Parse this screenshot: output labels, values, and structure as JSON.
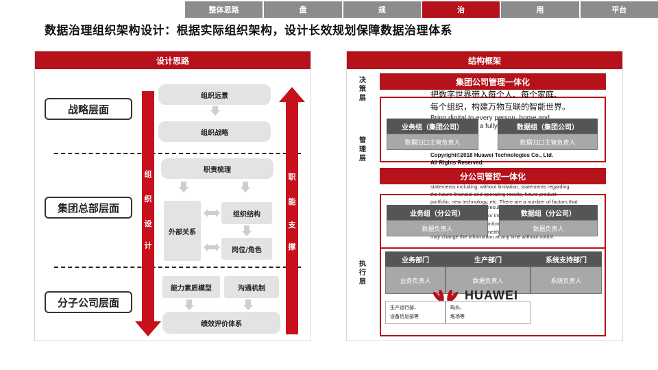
{
  "nav": {
    "tabs": [
      {
        "label": "整体思路",
        "active": false
      },
      {
        "label": "盘",
        "active": false
      },
      {
        "label": "规",
        "active": false
      },
      {
        "label": "治",
        "active": true
      },
      {
        "label": "用",
        "active": false
      },
      {
        "label": "平台",
        "active": false
      }
    ]
  },
  "page_title": "数据治理组织架构设计：根据实际组织架构，设计长效规划保障数据治理体系",
  "left": {
    "header": "设计思路",
    "layers": [
      "战略层面",
      "集团总部层面",
      "分子公司层面"
    ],
    "items": {
      "vision": "组织远景",
      "strategy": "组织战略",
      "duties": "职责梳理",
      "external": "外部关系",
      "structure": "组织结构",
      "post": "岗位/角色",
      "competency": "能力素质模型",
      "communication": "沟通机制",
      "performance": "绩效评价体系"
    },
    "left_arrow_chars": [
      "组",
      "织",
      "设",
      "计"
    ],
    "right_arrow_chars": [
      "职",
      "能",
      "支",
      "撑"
    ]
  },
  "right": {
    "header": "结构框架",
    "side_labels": {
      "decision": [
        "决",
        "策",
        "层"
      ],
      "management": [
        "管",
        "理",
        "层"
      ],
      "execution": [
        "执",
        "行",
        "层"
      ]
    },
    "group": {
      "title": "集团公司管理一体化",
      "business_head": "业务组（集团公司）",
      "business_cell": "数据归口主管负责人",
      "data_head": "数据组（集团公司）",
      "data_cell": "数据归口主管负责人"
    },
    "sub": {
      "title": "分公司管控一体化",
      "business_head": "业务组（分公司）",
      "business_cell": "数据负责人",
      "data_head": "数据组（分公司）",
      "data_cell": "数据负责人"
    },
    "exec": {
      "dept1_head": "业务部门",
      "dept1_cell": "业务负责人",
      "dept2_head": "生产部门",
      "dept2_cell": "数据负责人",
      "dept3_head": "系统支持部门",
      "dept3_cell": "系统负责人",
      "note1_line1": "生产运行部、",
      "note1_line2": "设备信息部等",
      "note2_line1": "码头、",
      "note2_line2": "堆场等"
    },
    "overlay": {
      "line1": "把数字世界带入每个人、每个家庭、",
      "line2": "每个组织，构建万物互联的智能世界。",
      "line3": "Bring digital to every person, home and",
      "line4": "organization for a fully connected,",
      "line5": "intelligent world.",
      "copyright1": "Copyright©2018 Huawei Technologies Co., Ltd.",
      "copyright2": "All Rights Reserved.",
      "disc1": "statements including, without limitation, statements regarding",
      "disc2": "the future financial and operating results, future product",
      "disc3": "portfolio, new technology, etc. There are a number of factors that",
      "disc4": "results",
      "disc5": "or implied",
      "disc6": "information",
      "disc7": "neither",
      "disc8": "may change the information at any time without notice.",
      "logo_text": "HUAWEI"
    }
  }
}
